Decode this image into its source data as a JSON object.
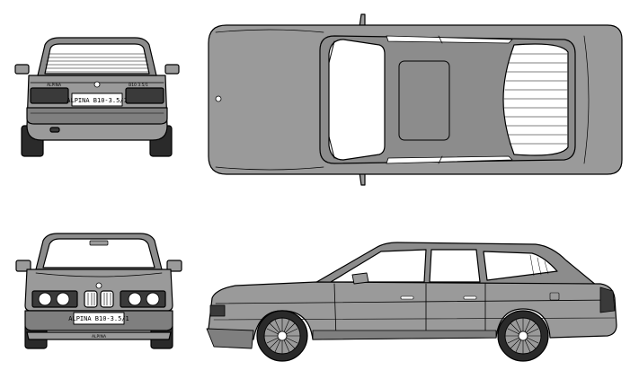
{
  "blueprint": {
    "views": [
      "rear",
      "top",
      "front",
      "side"
    ],
    "plates": {
      "rear": "ALPINA B10-3.5/1",
      "front": "ALPINA B10-3.5/1"
    },
    "badges": {
      "rear_left": "ALPINA",
      "rear_right": "B10 3.5/1",
      "front_spoiler": "ALPINA"
    },
    "colors": {
      "body": "#9a9a9a",
      "body_dark": "#7f7f7f",
      "glass": "#ffffff",
      "tyre": "#2a2a2a",
      "light": "#3a3a3a",
      "outline": "#000000"
    }
  }
}
